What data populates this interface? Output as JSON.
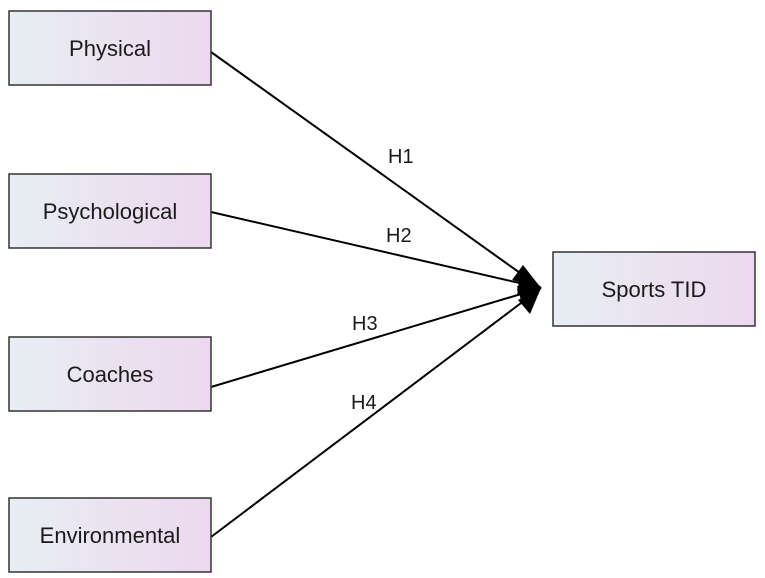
{
  "diagram": {
    "sources": [
      {
        "id": "physical",
        "label": "Physical"
      },
      {
        "id": "psychological",
        "label": "Psychological"
      },
      {
        "id": "coaches",
        "label": "Coaches"
      },
      {
        "id": "environmental",
        "label": "Environmental"
      }
    ],
    "target": {
      "id": "sports-tid",
      "label": "Sports TID"
    },
    "edges": [
      {
        "from": "physical",
        "to": "sports-tid",
        "label": "H1"
      },
      {
        "from": "psychological",
        "to": "sports-tid",
        "label": "H2"
      },
      {
        "from": "coaches",
        "to": "sports-tid",
        "label": "H3"
      },
      {
        "from": "environmental",
        "to": "sports-tid",
        "label": "H4"
      }
    ],
    "colors": {
      "box_gradient_start": "#e8eef3",
      "box_gradient_end": "#ecd8ef",
      "border": "#333333",
      "line": "#000000"
    }
  }
}
